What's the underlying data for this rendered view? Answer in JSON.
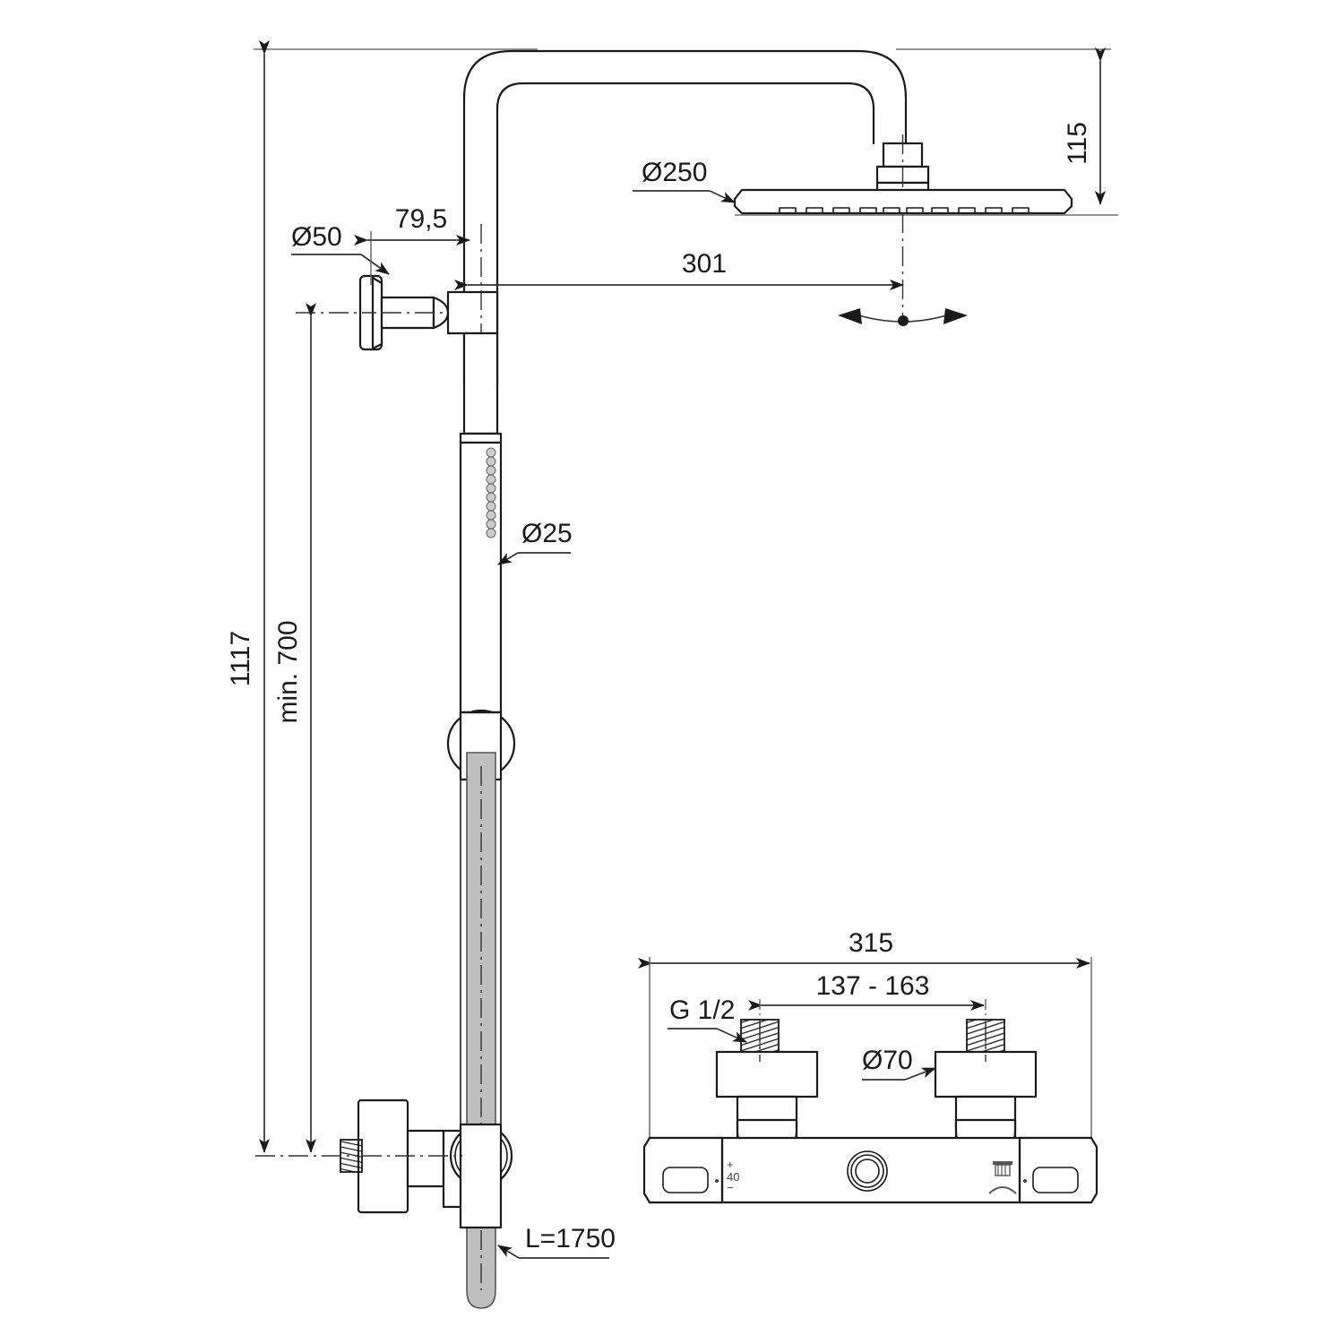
{
  "drawing": {
    "title": "Shower column technical dimension drawing",
    "units": "mm",
    "line_color": "#1a1a1a",
    "hose_color": "#bfbfbf",
    "background": "#ffffff"
  },
  "dimensions": {
    "overall_height": "1117",
    "min_rail_height": "min. 700",
    "wall_to_riser": "79,5",
    "wall_to_head_center": "301",
    "head_thickness": "115",
    "head_diameter": "Ø250",
    "rail_diameter": "Ø25",
    "wall_plate_diameter": "Ø50",
    "hose_length": "L=1750",
    "valve_width": "315",
    "valve_center_distance": "137 - 163",
    "valve_inlet_thread": "G 1/2",
    "valve_escutcheon_diameter": "Ø70"
  },
  "annotations": {
    "head_diameter_label": "Ø250",
    "wall_plate_label": "Ø50",
    "rail_label": "Ø25",
    "hose_label": "L=1750",
    "thread_label": "G 1/2",
    "escutcheon_label": "Ø70"
  },
  "valve_markings": {
    "temp_plus": "+",
    "temp_value": "40",
    "temp_minus": "−",
    "overhead_shower_icon": "rain-shower-icon",
    "hand_shower_icon": "hand-shower-icon"
  },
  "icons": {
    "swivel_arrow": "swivel-double-arrow-icon",
    "leader_arrow": "leader-arrow-icon",
    "dim_arrow": "dimension-arrow-icon"
  }
}
